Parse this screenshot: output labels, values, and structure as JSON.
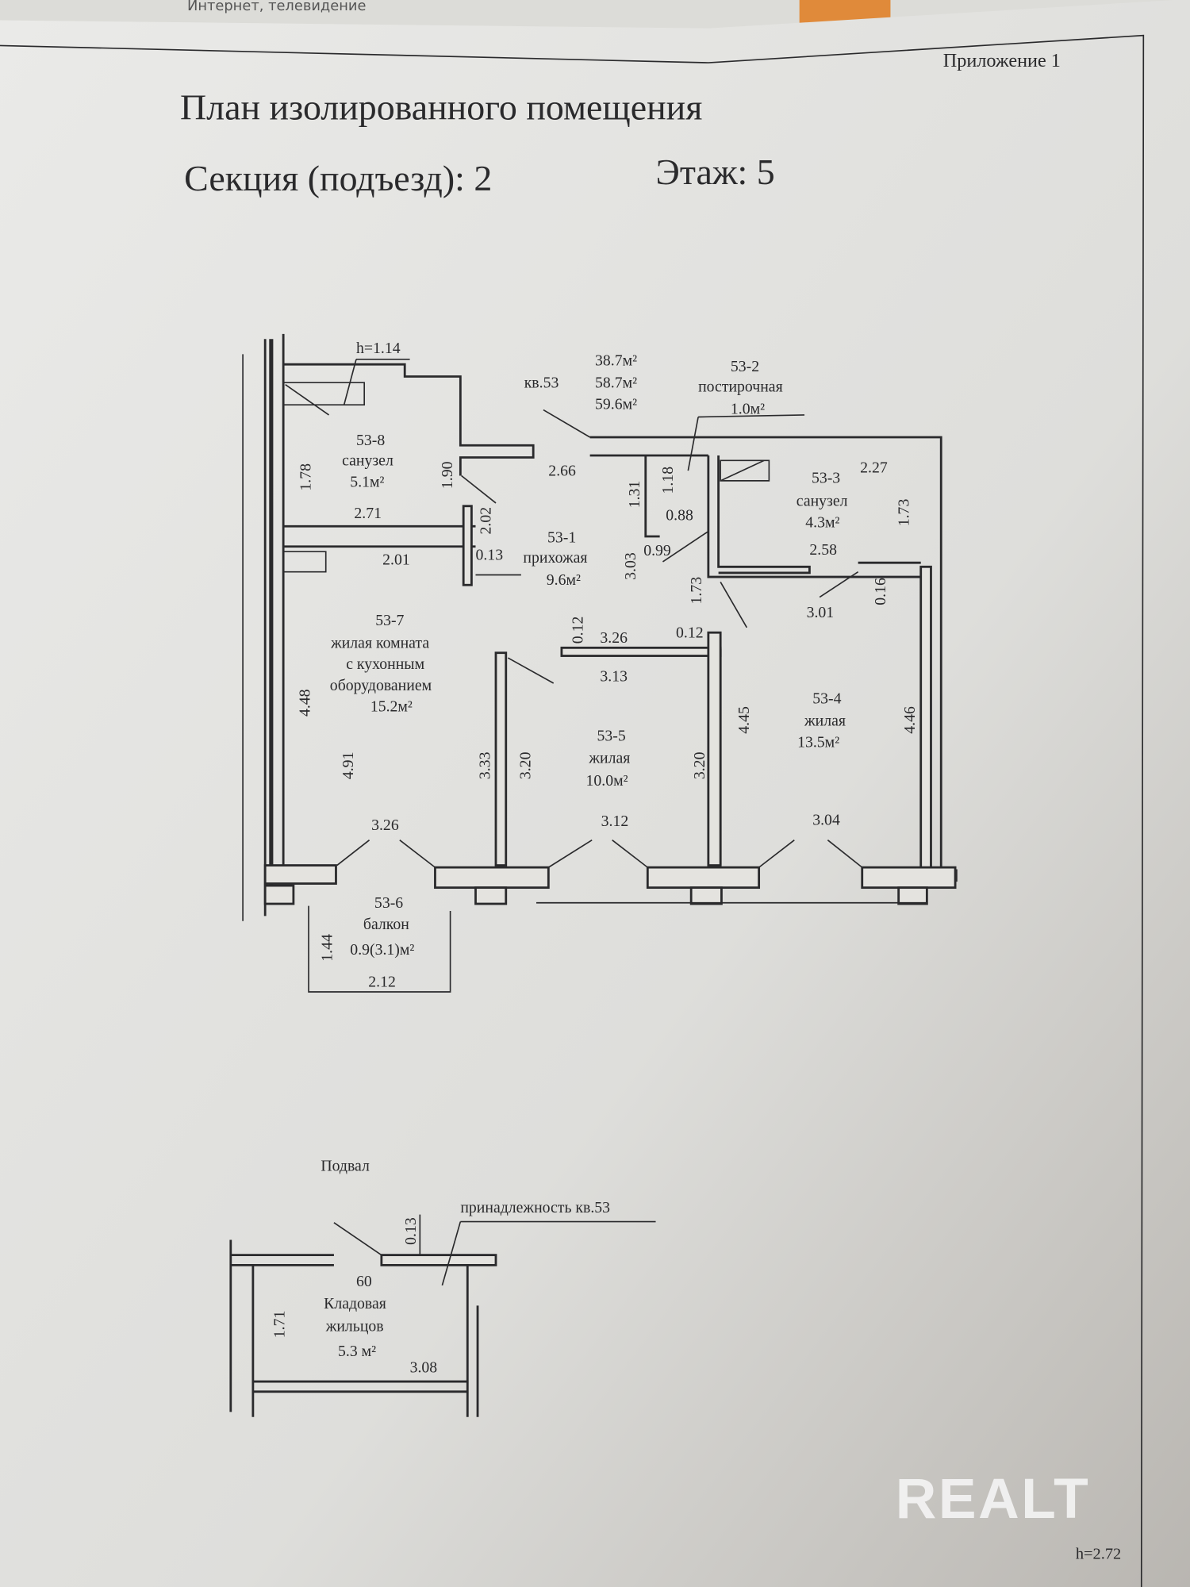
{
  "background": {
    "banner_text": "Интернет, телевидение"
  },
  "document": {
    "appendix": "Приложение 1",
    "title": "План изолированного помещения",
    "section": "Секция (подъезд): 2",
    "floor": "Этаж: 5",
    "ceiling_height": "h=2.72"
  },
  "apartment": {
    "label": "кв.53",
    "areas": [
      "38.7м²",
      "58.7м²",
      "59.6м²"
    ],
    "window_height": "h=1.14"
  },
  "rooms": {
    "r1": {
      "id": "53-1",
      "name": "прихожая",
      "area": "9.6м²"
    },
    "r2": {
      "id": "53-2",
      "name": "постирочная",
      "area": "1.0м²"
    },
    "r3": {
      "id": "53-3",
      "name": "санузел",
      "area": "4.3м²"
    },
    "r4": {
      "id": "53-4",
      "name": "жилая",
      "area": "13.5м²"
    },
    "r5": {
      "id": "53-5",
      "name": "жилая",
      "area": "10.0м²"
    },
    "r6": {
      "id": "53-6",
      "name": "балкон",
      "area": "0.9(3.1)м²"
    },
    "r7": {
      "id": "53-7",
      "name1": "жилая комната",
      "name2": "с кухонным",
      "name3": "оборудованием",
      "area": "15.2м²"
    },
    "r8": {
      "id": "53-8",
      "name": "санузел",
      "area": "5.1м²"
    }
  },
  "dimensions": {
    "d178": "1.78",
    "d190": "1.90",
    "d266": "2.66",
    "d131": "1.31",
    "d118": "1.18",
    "d227": "2.27",
    "d173a": "1.73",
    "d271": "2.71",
    "d202": "2.02",
    "d088": "0.88",
    "d013": "0.13",
    "d201": "2.01",
    "d303": "3.03",
    "d099": "0.99",
    "d258": "2.58",
    "d173b": "1.73",
    "d301": "3.01",
    "d016": "0.16",
    "d012a": "0.12",
    "d326a": "3.26",
    "d012b": "0.12",
    "d313": "3.13",
    "d448": "4.48",
    "d445": "4.45",
    "d446": "4.46",
    "d491": "4.91",
    "d333": "3.33",
    "d320a": "3.20",
    "d320b": "3.20",
    "d326b": "3.26",
    "d312": "3.12",
    "d304": "3.04",
    "d144": "1.44",
    "d212": "2.12"
  },
  "basement": {
    "title": "Подвал",
    "belongs": "принадлежность кв.53",
    "room_no": "60",
    "name1": "Кладовая",
    "name2": "жильцов",
    "area": "5.3 м²",
    "d013": "0.13",
    "d171": "1.71",
    "d308": "3.08"
  },
  "watermark": {
    "logo": "REALT"
  }
}
